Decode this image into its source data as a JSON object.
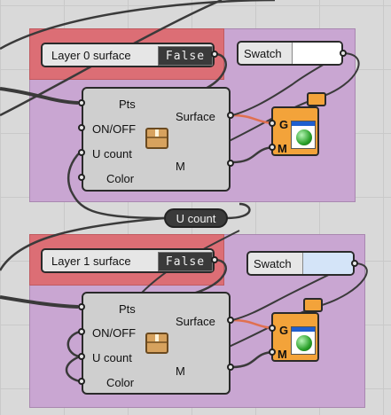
{
  "canvas": {
    "background": "#d9d9d9",
    "group_color": "#c9a6d2",
    "red_group_color": "#dc6e75",
    "wire_color": "#3a3a3a",
    "selected_wire_color": "#e07050"
  },
  "block0": {
    "toggle": {
      "label": "Layer 0 surface",
      "value": "False"
    },
    "swatch": {
      "label": "Swatch",
      "color": "#ffffff"
    },
    "component": {
      "inputs": [
        "Pts",
        "ON/OFF",
        "U count",
        "Color"
      ],
      "outputs": [
        "Surface",
        "M"
      ],
      "icon": "package-icon"
    },
    "preview": {
      "inputs": [
        "G",
        "M"
      ],
      "icon": "custom-preview-icon"
    }
  },
  "relay": {
    "label": "U count"
  },
  "block1": {
    "toggle": {
      "label": "Layer 1 surface",
      "value": "False"
    },
    "swatch": {
      "label": "Swatch",
      "color": "#d4e4f8"
    },
    "component": {
      "inputs": [
        "Pts",
        "ON/OFF",
        "U count",
        "Color"
      ],
      "outputs": [
        "Surface",
        "M"
      ],
      "icon": "package-icon"
    },
    "preview": {
      "inputs": [
        "G",
        "M"
      ],
      "icon": "custom-preview-icon"
    }
  }
}
